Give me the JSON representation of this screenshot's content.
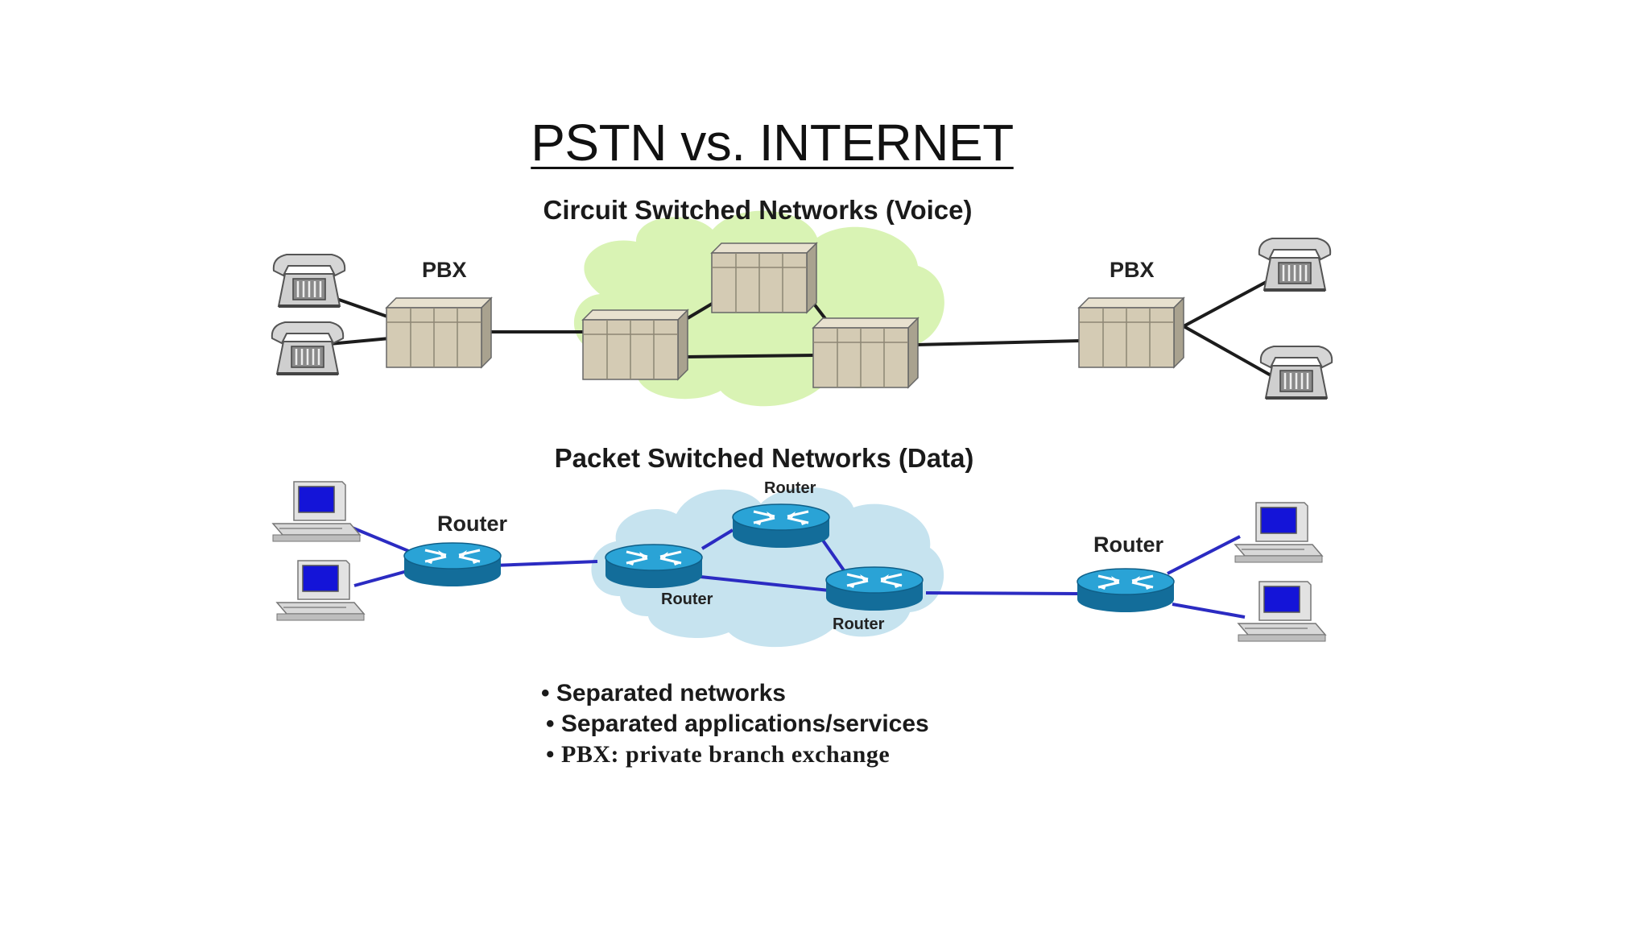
{
  "title": "PSTN vs. INTERNET",
  "circuit": {
    "heading": "Circuit Switched Networks (Voice)",
    "pbx_left": "PBX",
    "pbx_right": "PBX"
  },
  "packet": {
    "heading": "Packet Switched Networks (Data)",
    "router_left": "Router",
    "router_right": "Router",
    "router_cloud_top": "Router",
    "router_cloud_left": "Router",
    "router_cloud_right": "Router"
  },
  "notes": [
    "Separated networks",
    "Separated applications/services",
    "PBX: private branch exchange"
  ],
  "colors": {
    "voice_cloud": "#d9f3b4",
    "data_cloud": "#c6e3ef",
    "router": "#1a8fc4",
    "data_link": "#2b2bc2",
    "voice_link": "#1c1c1c",
    "switch": "#d4cbb4",
    "screen": "#1414d8"
  }
}
